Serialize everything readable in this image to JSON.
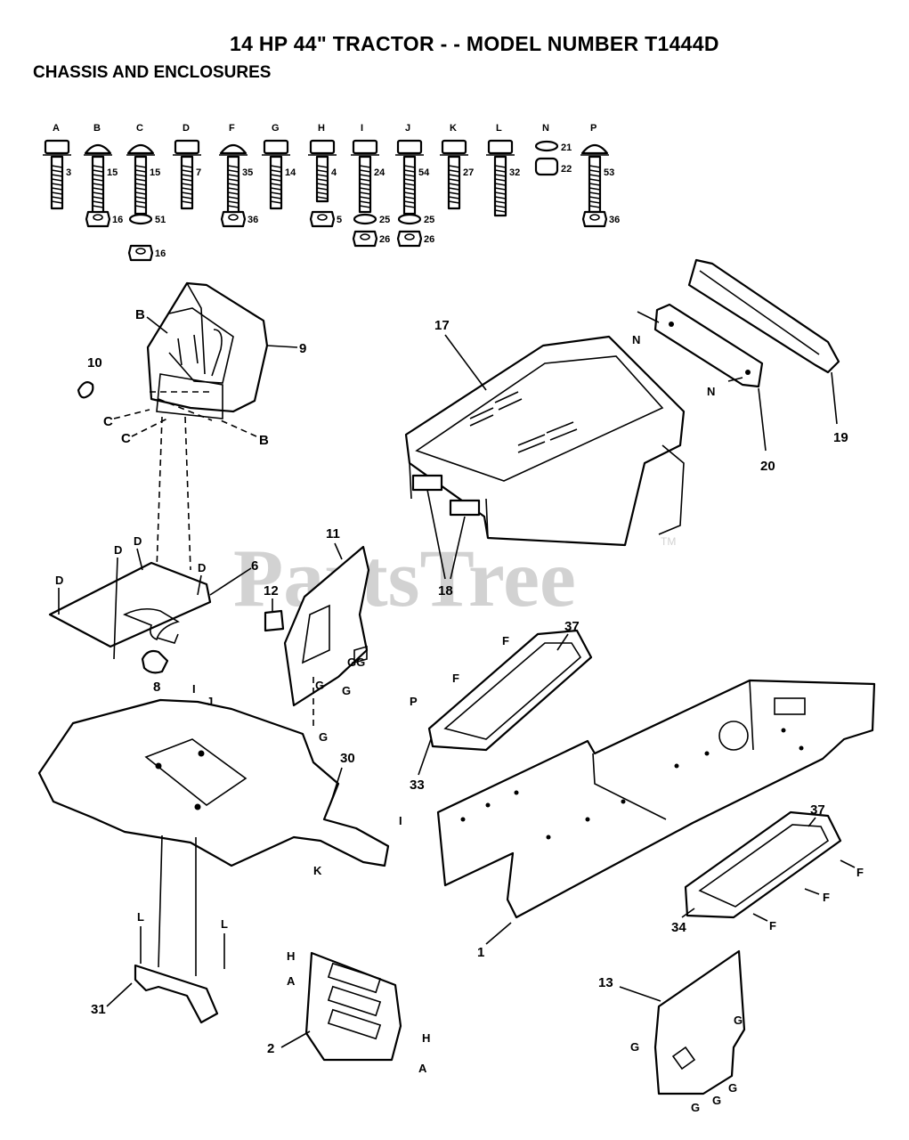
{
  "header": {
    "title": "14 HP 44\" TRACTOR - - MODEL NUMBER T1444D",
    "subtitle": "CHASSIS AND ENCLOSURES"
  },
  "watermark": {
    "text": "PartsTree",
    "tm": "TM"
  },
  "hardware": [
    {
      "letter": "A",
      "bolt": "3"
    },
    {
      "letter": "B",
      "bolt": "15",
      "nut": "16"
    },
    {
      "letter": "C",
      "bolt": "15",
      "washer": "51",
      "nut": "16"
    },
    {
      "letter": "D",
      "bolt": "7"
    },
    {
      "letter": "F",
      "bolt": "35",
      "nut": "36"
    },
    {
      "letter": "G",
      "bolt": "14"
    },
    {
      "letter": "H",
      "bolt": "4",
      "nut": "5"
    },
    {
      "letter": "I",
      "bolt": "24",
      "washer": "25",
      "nut": "26"
    },
    {
      "letter": "J",
      "bolt": "54",
      "washer": "25",
      "nut": "26"
    },
    {
      "letter": "K",
      "bolt": "27"
    },
    {
      "letter": "L",
      "bolt": "32"
    },
    {
      "letter": "N",
      "washer": "21",
      "nut": "22"
    },
    {
      "letter": "P",
      "bolt": "53",
      "nut": "36"
    }
  ],
  "callouts": {
    "p1": "1",
    "p2": "2",
    "p6": "6",
    "p8": "8",
    "p9": "9",
    "p10": "10",
    "p11": "11",
    "p12": "12",
    "p13": "13",
    "p17": "17",
    "p18": "18",
    "p19": "19",
    "p20": "20",
    "p30": "30",
    "p31": "31",
    "p33": "33",
    "p34": "34",
    "p37a": "37",
    "p37b": "37"
  },
  "fastener_tags": {
    "A": "A",
    "B": "B",
    "C": "C",
    "D": "D",
    "F": "F",
    "G": "G",
    "GG": "GG",
    "H": "H",
    "I": "I",
    "J": "J",
    "K": "K",
    "L": "L",
    "N": "N",
    "P": "P"
  }
}
